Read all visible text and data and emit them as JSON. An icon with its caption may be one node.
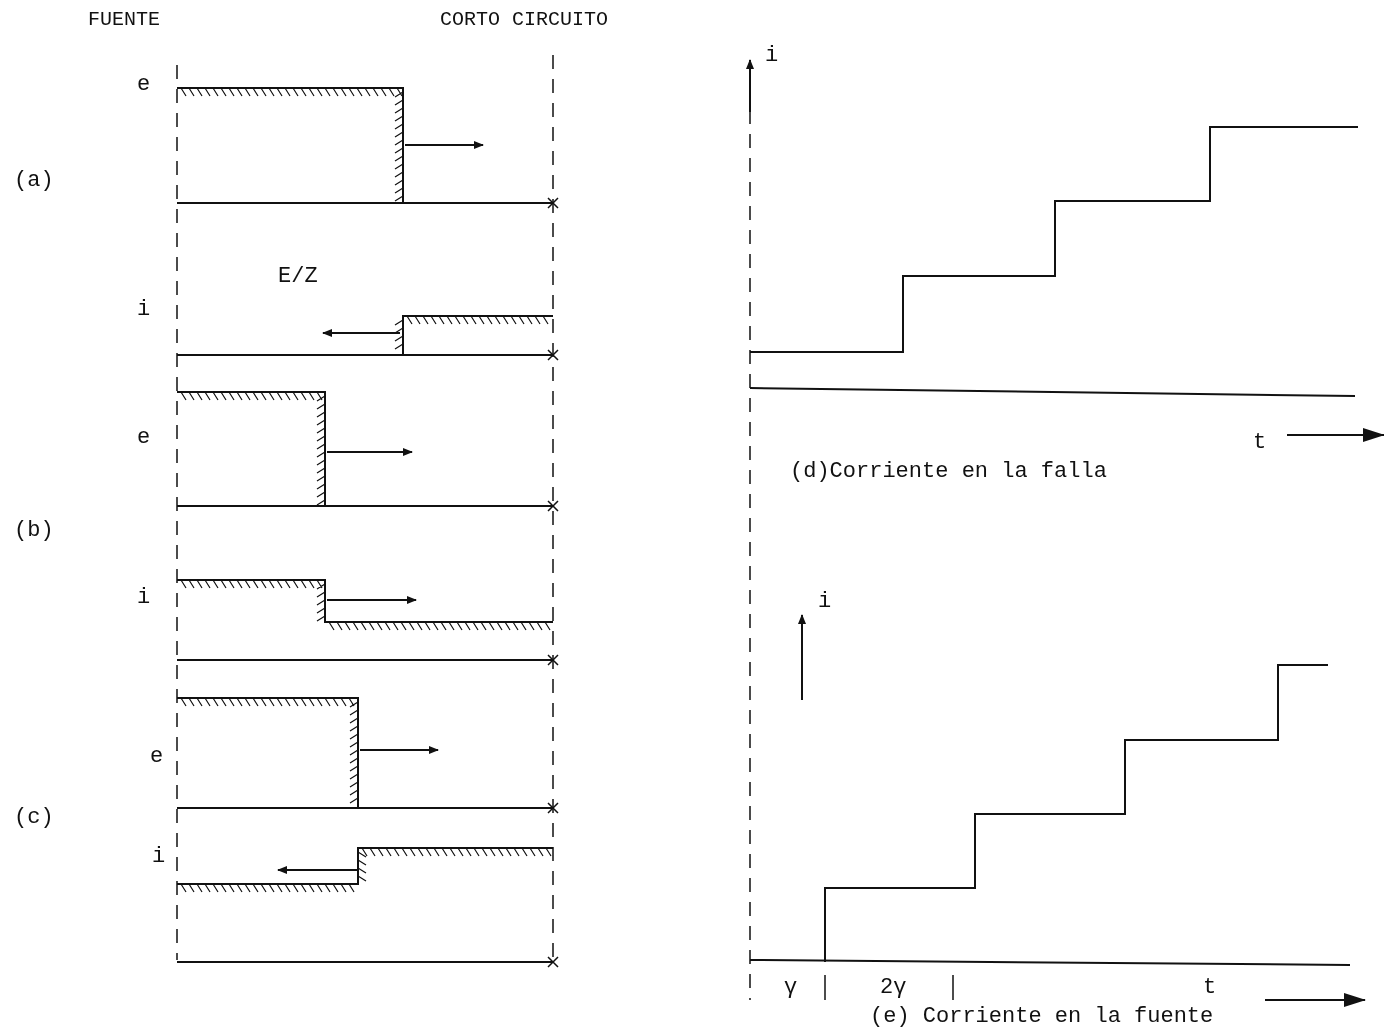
{
  "diagram": {
    "labels": [
      "FUENTE",
      "CORTO CIRCUITO",
      "i",
      "e",
      "(a)",
      "E/Z",
      "i",
      "e",
      "t",
      "(d)Corriente en la falla",
      "(b)",
      "i",
      "i",
      "e",
      "(c)",
      "i",
      "γ",
      "2γ",
      "t",
      "(e) Corriente en la fuente"
    ]
  }
}
